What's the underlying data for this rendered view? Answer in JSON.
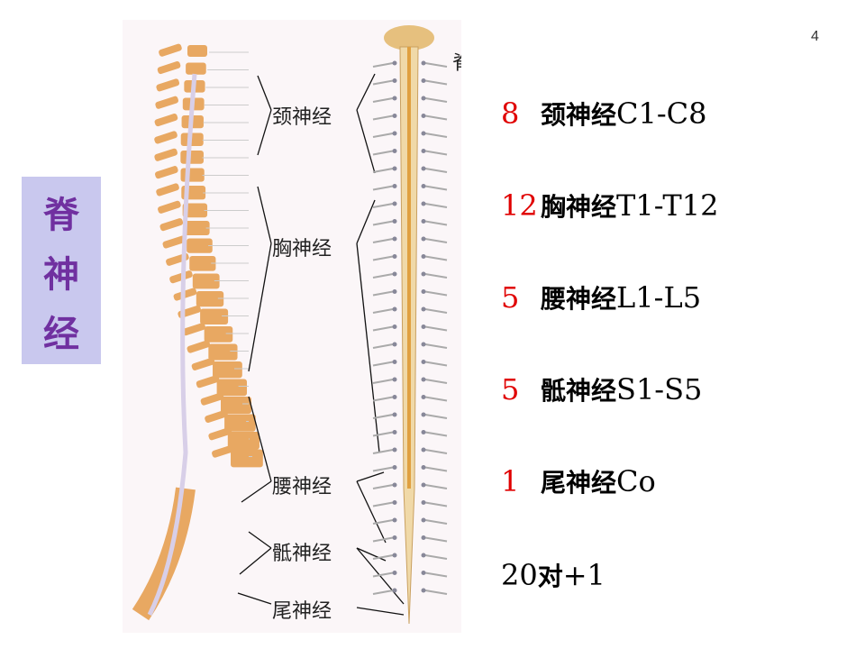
{
  "page_number": "4",
  "side_title": [
    "脊",
    "神",
    "经"
  ],
  "figure_labels": {
    "cervical": "颈神经",
    "thoracic": "胸神经",
    "lumbar": "腰神经",
    "sacral": "骶神经",
    "coccygeal": "尾神经",
    "cropped_top": "脊"
  },
  "list": [
    {
      "count": "8",
      "name": "颈神经",
      "range": "C1-C8"
    },
    {
      "count": "12",
      "name": "胸神经",
      "range": "T1-T12"
    },
    {
      "count": "5",
      "name": "腰神经",
      "range": "L1-L5"
    },
    {
      "count": "5",
      "name": "骶神经",
      "range": "S1-S5"
    },
    {
      "count": "1",
      "name": "尾神经",
      "range": "Co"
    }
  ],
  "total": {
    "count": "20",
    "unit": "对",
    "suffix": "+1"
  },
  "colors": {
    "accent_red": "#e00000",
    "title_purple": "#7030a0",
    "box_bg": "#c9c8ee",
    "bone": "#e8a862"
  }
}
